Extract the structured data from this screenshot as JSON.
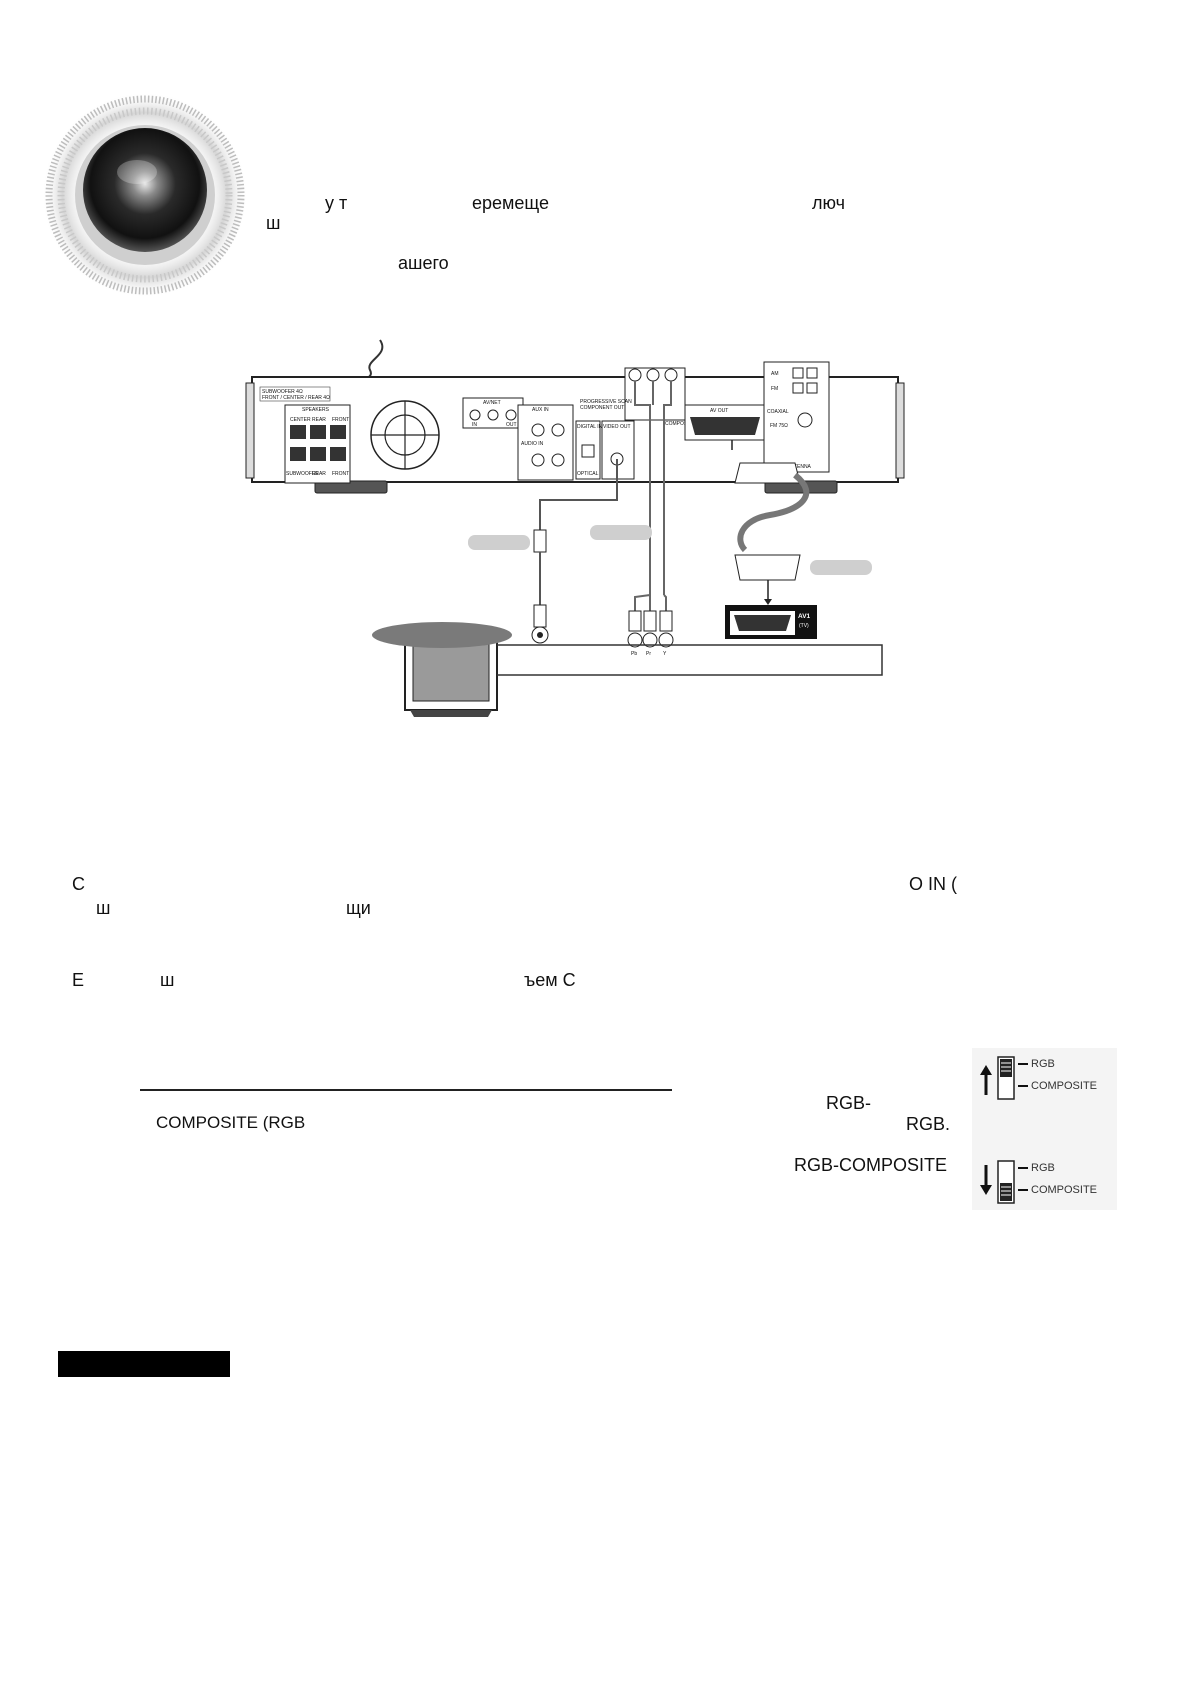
{
  "header_fragments": {
    "f1": "у т",
    "f2": "еремеще",
    "f3": "люч",
    "f4": "ш",
    "f5": "ашего"
  },
  "body_fragments": {
    "p1a": "С",
    "p1b": "O IN (",
    "p1c": "ш",
    "p1d": "щи",
    "p2a": "Е",
    "p2b": "ш",
    "p2c": "ъем С",
    "p3a": "COMPOSITE (RGB",
    "p3b": "RGB-",
    "p3c": "RGB.",
    "p3d": "RGB-COMPOSITE"
  },
  "switch_top": {
    "label_rgb": "RGB",
    "label_composite": "COMPOSITE",
    "setting": "RGB"
  },
  "switch_bottom": {
    "label_rgb": "RGB",
    "label_composite": "COMPOSITE",
    "setting": "COMPOSITE"
  },
  "player_panel": {
    "model_line1": "SUBWOOFER 4Ω",
    "model_line2": "FRONT / CENTER / REAR 4Ω",
    "speakers_title": "SPEAKERS",
    "center": "CENTER",
    "rear": "REAR",
    "front": "FRONT",
    "subwoofer": "SUBWOOFER",
    "rear2": "REAR",
    "front2": "FRONT",
    "avnet": "AV/NET",
    "in": "IN",
    "out": "OUT",
    "aux_in": "AUX IN",
    "audio_in": "AUDIO IN",
    "digital_in": "DIGITAL IN",
    "optical": "OPTICAL",
    "video_out": "VIDEO OUT",
    "prog_scan_1": "PROGRESSIVE SCAN",
    "prog_scan_2": "COMPONENT OUT",
    "composite": "COMPOSITE",
    "av_out": "AV OUT",
    "am": "AM",
    "fm": "FM",
    "coaxial": "COAXIAL",
    "fm_75": "FM 75Ω",
    "antenna": "ANTENNA"
  },
  "tv_panel": {
    "av1_1": "AV1",
    "av1_2": "(TV)",
    "pb": "Pb",
    "pr": "Pr",
    "y": "Y"
  },
  "colors": {
    "page_bg": "#ffffff",
    "text": "#111111",
    "callout_pill": "#cfcfcf",
    "section_bar": "#000000",
    "tv_ellipse": "#7a7a7a",
    "tv_screen": "#9a9a9a"
  },
  "icons": [
    "speaker-cone-icon",
    "up-arrow-icon",
    "down-arrow-icon"
  ]
}
